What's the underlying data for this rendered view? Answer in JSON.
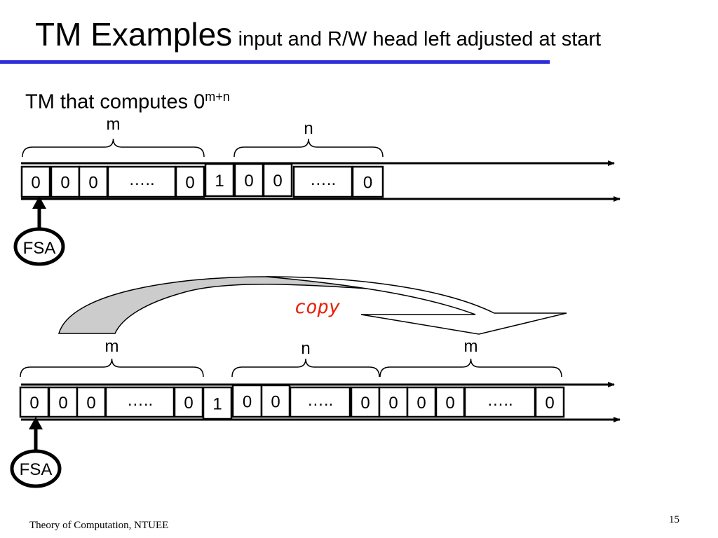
{
  "slide": {
    "title": "TM Examples",
    "title_suffix": "input and R/W head left adjusted at start",
    "subtitle_base": "TM that computes 0",
    "subtitle_exponent": "m+n",
    "copy_label": "copy",
    "footer": "Theory of Computation, NTUEE",
    "page_number": "15"
  },
  "tape1": {
    "cells": [
      "0",
      "0",
      "0",
      "…..",
      "0",
      "1",
      "0",
      "0",
      "…..",
      "0"
    ],
    "braces": [
      "m",
      "n"
    ],
    "head_label": "FSA"
  },
  "tape2": {
    "cells": [
      "0",
      "0",
      "0",
      "…..",
      "0",
      "1",
      "0",
      "0",
      "…..",
      "0",
      "0",
      "0",
      "0",
      "…..",
      "0"
    ],
    "braces": [
      "m",
      "n",
      "m"
    ],
    "head_label": "FSA"
  },
  "colors": {
    "rule": "#2d2ddb",
    "copy": "#e8220c",
    "arrow_fill": "#cccccc"
  }
}
